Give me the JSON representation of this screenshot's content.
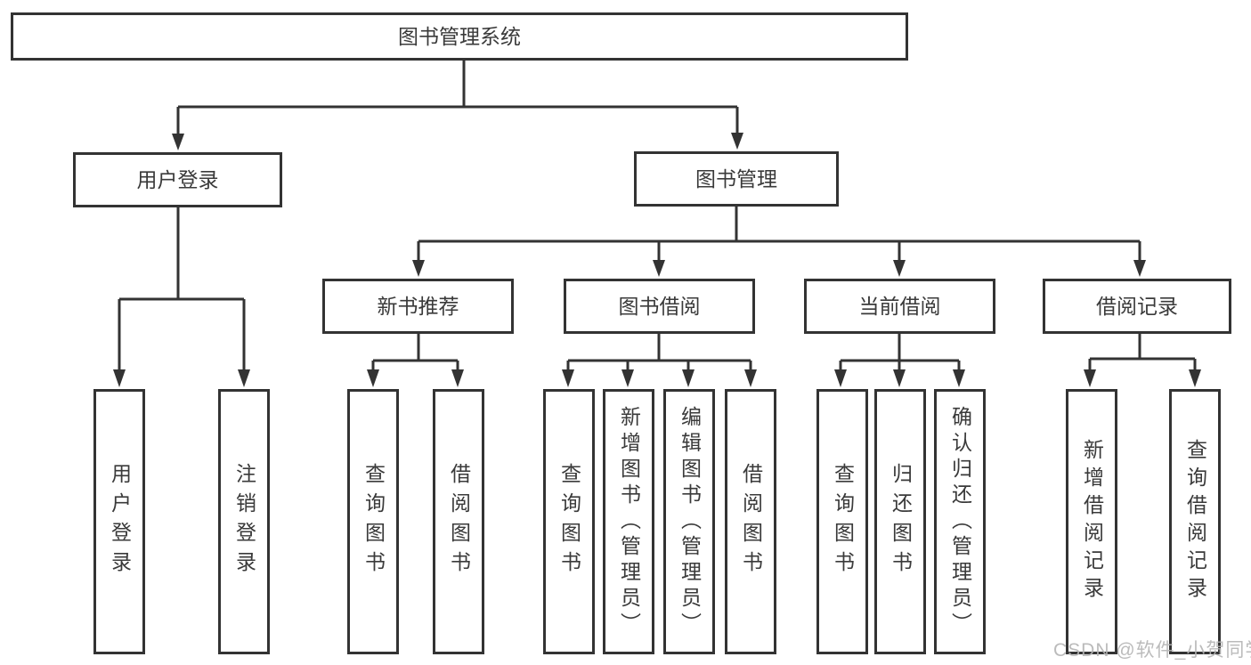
{
  "diagram": {
    "root": "图书管理系统",
    "user_login": {
      "label": "用户登录",
      "children": [
        "用户登录",
        "注销登录"
      ]
    },
    "book_management": {
      "label": "图书管理",
      "sections": [
        {
          "label": "新书推荐",
          "children": [
            "查询图书",
            "借阅图书"
          ]
        },
        {
          "label": "图书借阅",
          "children": [
            "查询图书",
            "新增图书（管理员）",
            "编辑图书（管理员）",
            "借阅图书"
          ]
        },
        {
          "label": "当前借阅",
          "children": [
            "查询图书",
            "归还图书",
            "确认归还（管理员）"
          ]
        },
        {
          "label": "借阅记录",
          "children": [
            "新增借阅记录",
            "查询借阅记录"
          ]
        }
      ]
    }
  },
  "watermark": "CSDN @软件_小贺同学",
  "colors": {
    "line": "#333333",
    "text": "#3a3a3a",
    "watermark": "#b4b4b4",
    "background": "#ffffff"
  }
}
